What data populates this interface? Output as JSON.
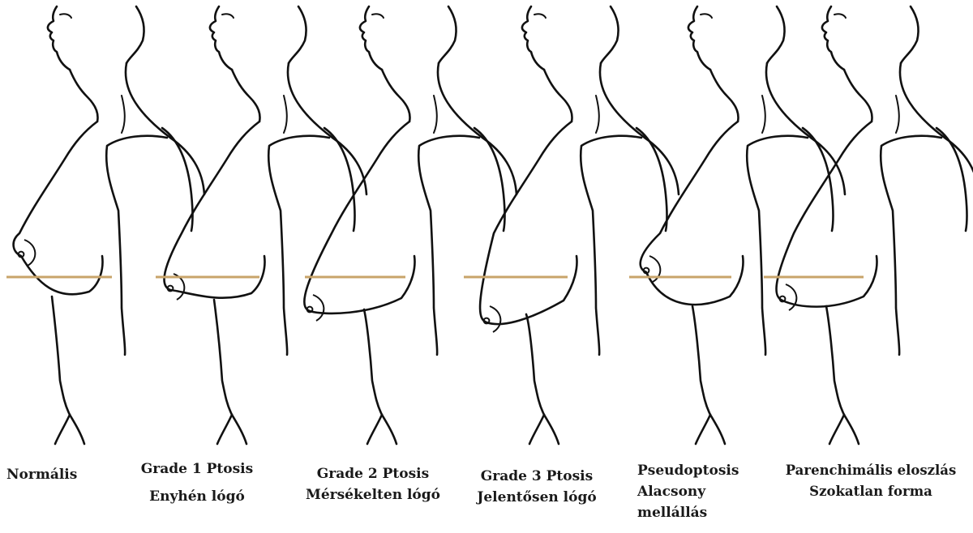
{
  "figures": [
    {
      "id": "normal",
      "lines": [
        "Normális"
      ]
    },
    {
      "id": "grade1",
      "lines": [
        "Grade 1 Ptosis",
        "Enyhén lógó"
      ]
    },
    {
      "id": "grade2",
      "lines": [
        "Grade 2 Ptosis",
        "Mérsékelten lógó"
      ]
    },
    {
      "id": "grade3",
      "lines": [
        "Grade 3 Ptosis",
        "Jelentősen lógó"
      ]
    },
    {
      "id": "pseudoptosis",
      "lines": [
        "Pseudoptosis",
        "Alacsony",
        "mellállás"
      ]
    },
    {
      "id": "parenchimal",
      "lines": [
        "Parenchimális eloszlás",
        "Szokatlan forma"
      ]
    }
  ],
  "colors": {
    "outline": "#111111",
    "inframammary_line": "#c8a46a",
    "background": "#ffffff"
  }
}
